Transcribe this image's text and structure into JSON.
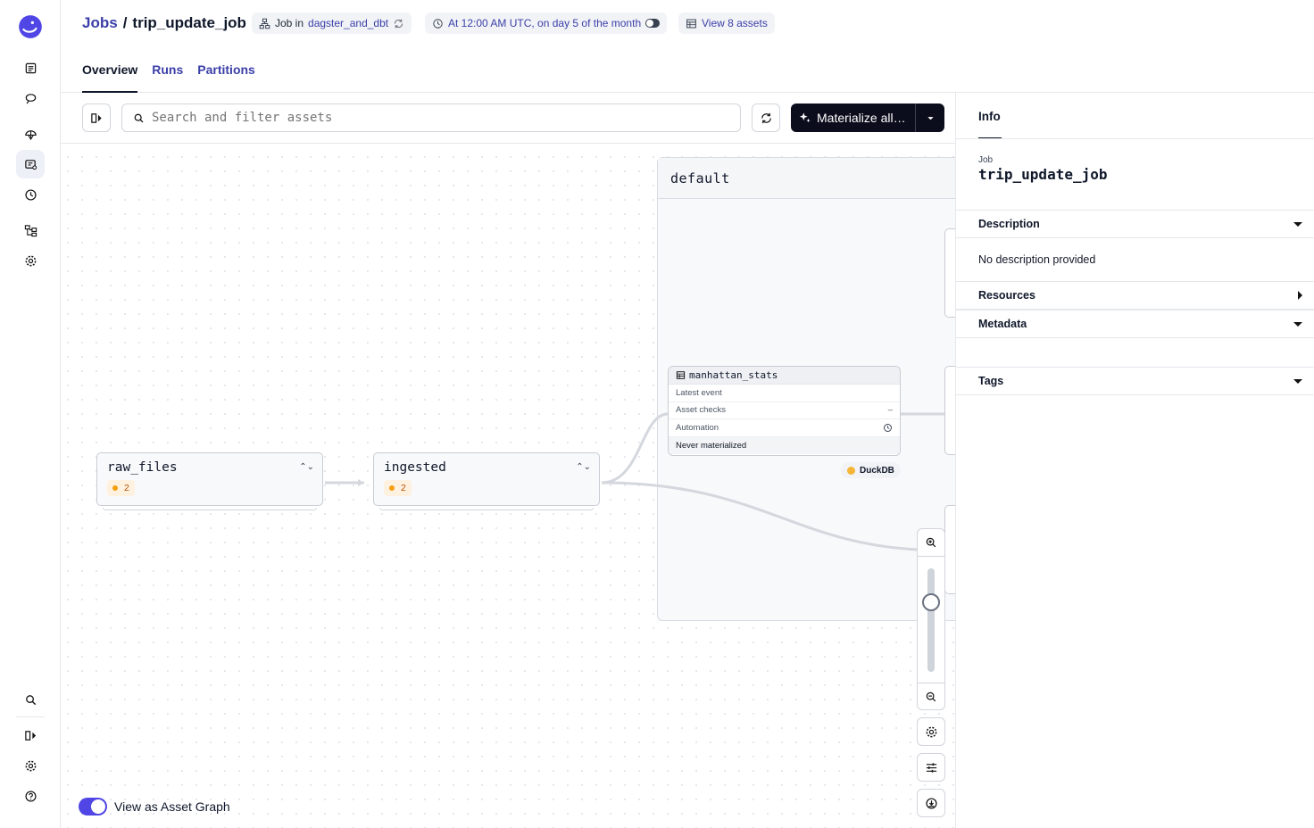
{
  "header": {
    "breadcrumb_root": "Jobs",
    "breadcrumb_sep": "/",
    "job_name": "trip_update_job",
    "location_prefix": "Job in",
    "location_name": "dagster_and_dbt",
    "schedule_text": "At 12:00 AM UTC, on day 5 of the month",
    "assets_link": "View 8 assets",
    "tabs": [
      "Overview",
      "Runs",
      "Partitions"
    ]
  },
  "toolbar": {
    "search_placeholder": "Search and filter assets",
    "materialize_label": "Materialize all…"
  },
  "graph": {
    "group_title": "default",
    "ops": [
      {
        "name": "raw_files",
        "count": "2"
      },
      {
        "name": "ingested",
        "count": "2"
      }
    ],
    "asset": {
      "name": "manhattan_stats",
      "rows": [
        "Latest event",
        "Asset checks",
        "Automation"
      ],
      "checks_value": "–",
      "status": "Never materialized",
      "kind": "DuckDB"
    },
    "toggle_label": "View as Asset Graph"
  },
  "panel": {
    "tab": "Info",
    "job_label": "Job",
    "job_name": "trip_update_job",
    "sections": {
      "description": "Description",
      "description_body": "No description provided",
      "resources": "Resources",
      "metadata": "Metadata",
      "tags": "Tags"
    }
  },
  "colors": {
    "accent": "#4f46e5",
    "link": "#3b3fa8",
    "primary_button": "#0b0d1c"
  }
}
